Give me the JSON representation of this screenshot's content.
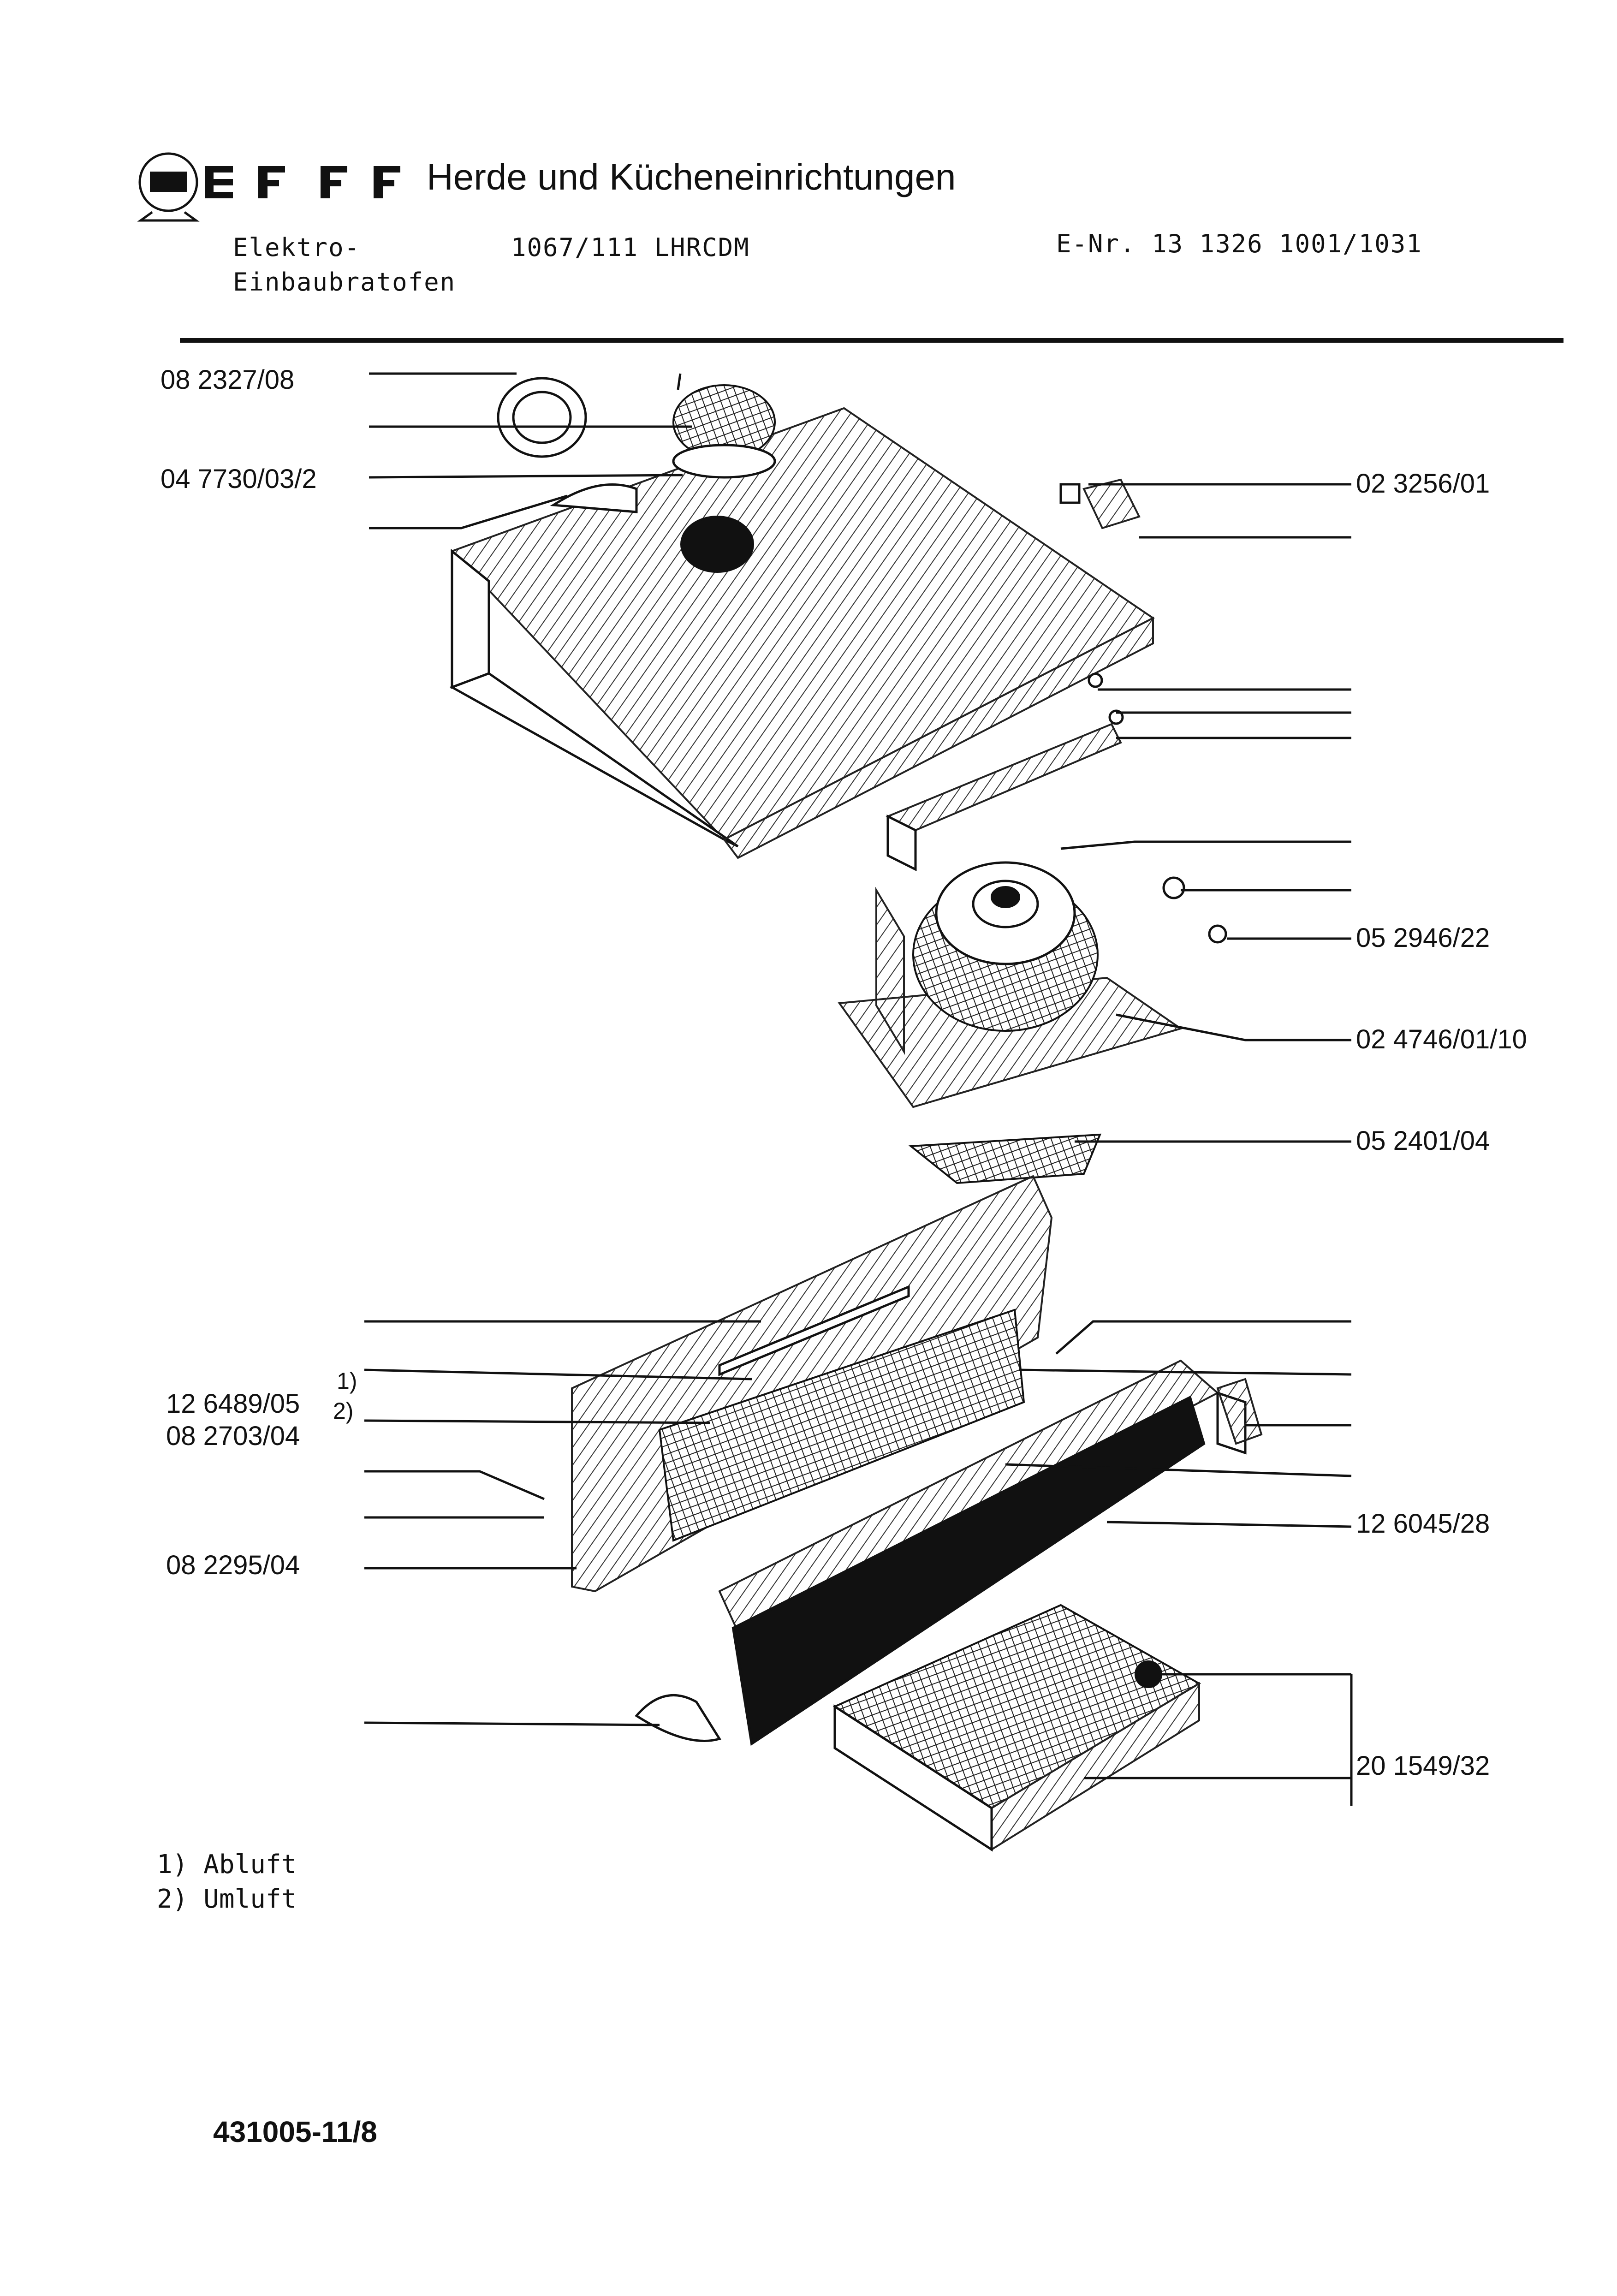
{
  "header": {
    "brand_title": "Herde und Kücheneinrichtungen",
    "product_line1": "Elektro-",
    "product_line2": "Einbaubratofen",
    "model": "1067/111  LHRCDM",
    "e_nr": "E-Nr. 13 1326 1001/1031"
  },
  "part_labels": {
    "p1": "08 2327/08",
    "p2": "04 7730/03/2",
    "p3": "02 3256/01",
    "p4": "05 2946/22",
    "p5": "02 4746/01/10",
    "p6": "05 2401/04",
    "p7": "12 6489/05",
    "p8": "08 2703/04",
    "p9": "08 2295/04",
    "p10": "12 6045/28",
    "p11": "20 1549/32",
    "note_mark1": "1)",
    "note_mark2": "2)"
  },
  "footnotes": {
    "n1": "1) Abluft",
    "n2": "2) Umluft"
  },
  "document_number": "431005-11/8",
  "colors": {
    "ink": "#111111",
    "paper": "#ffffff"
  },
  "icons": {
    "logo": "neff-logo-icon"
  }
}
